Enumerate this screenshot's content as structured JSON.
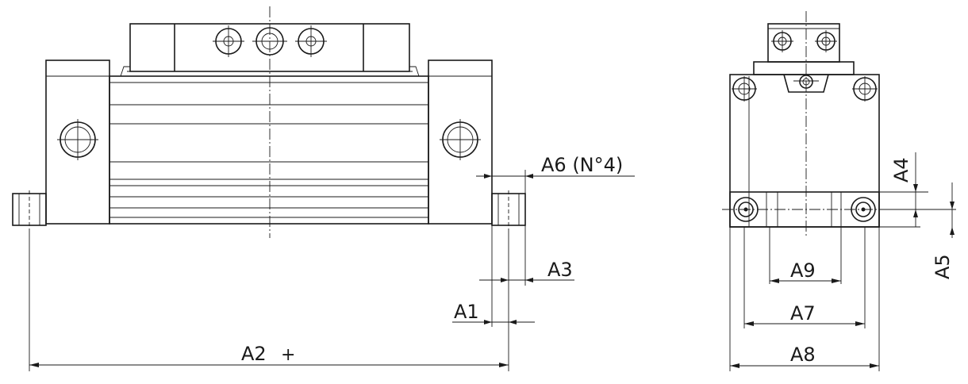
{
  "labels": {
    "a1": "A1",
    "a2": "A2",
    "a2_mark": "+",
    "a3": "A3",
    "a4": "A4",
    "a5": "A5",
    "a6": "A6 (N°4)",
    "a7": "A7",
    "a8": "A8",
    "a9": "A9"
  }
}
